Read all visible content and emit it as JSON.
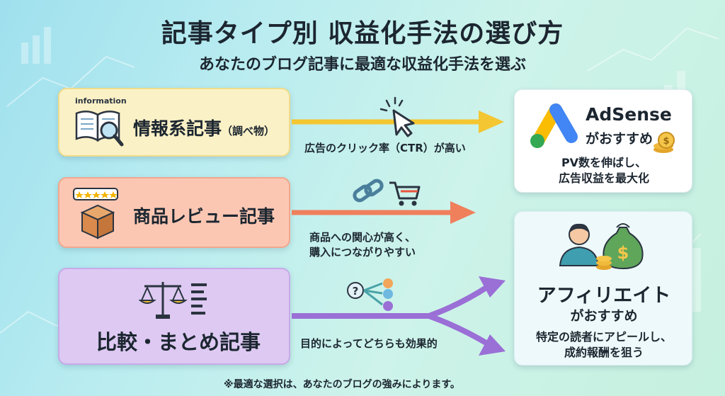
{
  "header": {
    "title": "記事タイプ別 収益化手法の選び方",
    "subtitle": "あなたのブログ記事に最適な収益化手法を選ぶ"
  },
  "articles": {
    "info": {
      "tag": "information",
      "label": "情報系記事",
      "sublabel": "（調べ物）"
    },
    "review": {
      "label": "商品レビュー記事"
    },
    "compare": {
      "label": "比較・まとめ記事"
    }
  },
  "connectors": {
    "ctr": "広告のクリック率（CTR）が高い",
    "review_line1": "商品への関心が高く、",
    "review_line2": "購入につながりやすい",
    "compare": "目的によってどちらも効果的"
  },
  "outcomes": {
    "adsense": {
      "title": "AdSense",
      "recommend": "がおすすめ",
      "desc_line1": "PV数を伸ばし、",
      "desc_line2": "広告収益を最大化"
    },
    "affiliate": {
      "title": "アフィリエイト",
      "recommend": "がおすすめ",
      "desc_line1": "特定の読者にアピールし、",
      "desc_line2": "成約報酬を狙う"
    }
  },
  "footnote": "※最適な選択は、あなたのブログの強みによります。",
  "colors": {
    "arrow_yellow": "#f4c631",
    "arrow_orange": "#f07f5c",
    "arrow_purple": "#9a6fd6",
    "google_blue": "#4285f4",
    "google_yellow": "#fbbc04",
    "google_green": "#34a853"
  },
  "icons": {
    "info": "open-book-magnifier-icon",
    "review": "package-stars-icon",
    "compare": "balance-scale-icon",
    "click": "mouse-cursor-click-icon",
    "link": "chain-link-icon",
    "cart": "shopping-cart-icon",
    "choice": "question-branch-icon",
    "adsense": "adsense-logo-icon",
    "coin": "dollar-coin-icon",
    "person": "person-icon",
    "money": "money-bag-icon"
  }
}
